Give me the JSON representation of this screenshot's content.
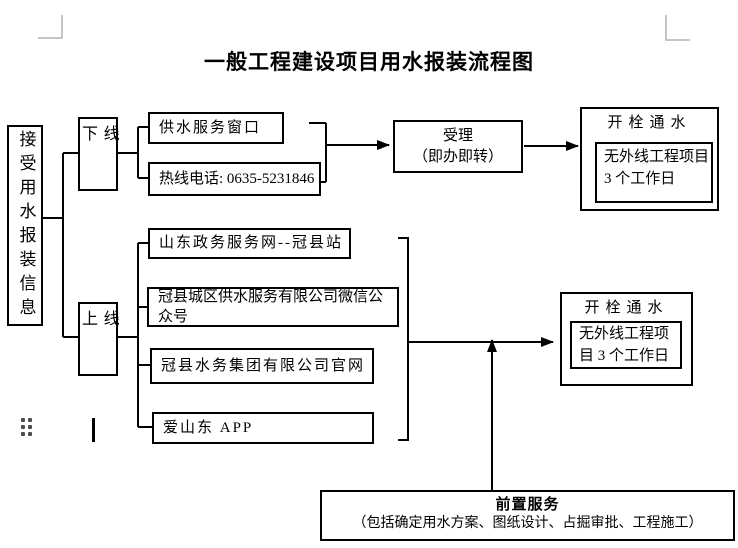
{
  "page": {
    "title": "一般工程建设项目用水报装流程图",
    "background": "#ffffff",
    "stroke_color": "#000000",
    "margin_mark_color": "#b4b4b4"
  },
  "flowchart": {
    "source": {
      "label": "接受用水报装信息"
    },
    "channels": {
      "offline": "线下",
      "online": "线上"
    },
    "offline_items": [
      {
        "label": "供水服务窗口"
      },
      {
        "label": "热线电话: 0635-5231846"
      }
    ],
    "accept": {
      "line1": "受理",
      "line2": "（即办即转）"
    },
    "result_offline": {
      "title": "开栓通水",
      "detail_line1": "无外线工程项目",
      "detail_line2": "3 个工作日"
    },
    "online_items": [
      {
        "label": "山东政务服务网--冠县站"
      },
      {
        "label": "冠县城区供水服务有限公司微信公众号"
      },
      {
        "label": "冠县水务集团有限公司官网"
      },
      {
        "label": "爱山东 APP"
      }
    ],
    "result_online": {
      "title": "开栓通水",
      "detail_line1": "无外线工程项",
      "detail_line2": "目 3 个工作日"
    },
    "front_service": {
      "title": "前置服务",
      "subtitle": "（包括确定用水方案、图纸设计、占掘审批、工程施工）"
    }
  },
  "editor_marks": {
    "drag_handle_icon": "object-drag-handle",
    "text_cursor": "text-cursor",
    "margin_marks": "page-margin-crop-marks"
  }
}
